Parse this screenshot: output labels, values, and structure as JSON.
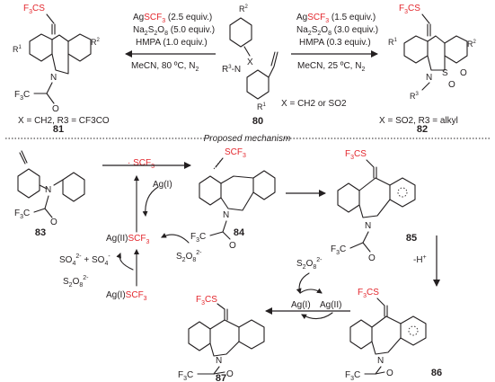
{
  "top": {
    "left_arrow": {
      "above": [
        [
          "Ag",
          "",
          ""
        ],
        [
          "SCF",
          "red",
          ""
        ],
        [
          "3",
          "red",
          "sub"
        ],
        [
          " (2.5 equiv.)",
          "",
          ""
        ]
      ],
      "line2": "Na2S2O8 (5.0 equiv.)",
      "line3": "HMPA (1.0 equiv.)",
      "below": "MeCN, 80 ºC, N2"
    },
    "right_arrow": {
      "line1_pre": "Ag",
      "line1_red": "SCF",
      "line1_sub": "3",
      "line1_post": " (1.5 equiv.)",
      "line2": "Na2S2O8 (3.0 equiv.)",
      "line3": "HMPA (0.3 equiv.)",
      "below": "MeCN, 25 ºC, N2"
    },
    "product_left": {
      "label": "81",
      "condition": "X = CH2, R3 = CF3CO"
    },
    "substrate": {
      "label": "80",
      "condition": "X = CH2 or SO2"
    },
    "product_right": {
      "label": "82",
      "condition": "X = SO2, R3 = alkyl"
    }
  },
  "section_title": "Proposed mechanism",
  "mechanism": {
    "compounds": [
      "83",
      "84",
      "85",
      "86",
      "87"
    ],
    "radical_label": "· SCF3",
    "ag1": "Ag(I)",
    "ag2_pre": "Ag(II)",
    "ag2_red": "SCF3",
    "persulfate": "S2O8 2-",
    "sulfate": "SO4 2- + SO4 -",
    "ag_scf3": "Ag(I)SCF3",
    "deprotonation": "-H+",
    "cycle_ag1": "Ag(I)",
    "cycle_ag2": "Ag(II)"
  },
  "colors": {
    "accent": "#e3262c",
    "ink": "#231f20"
  }
}
